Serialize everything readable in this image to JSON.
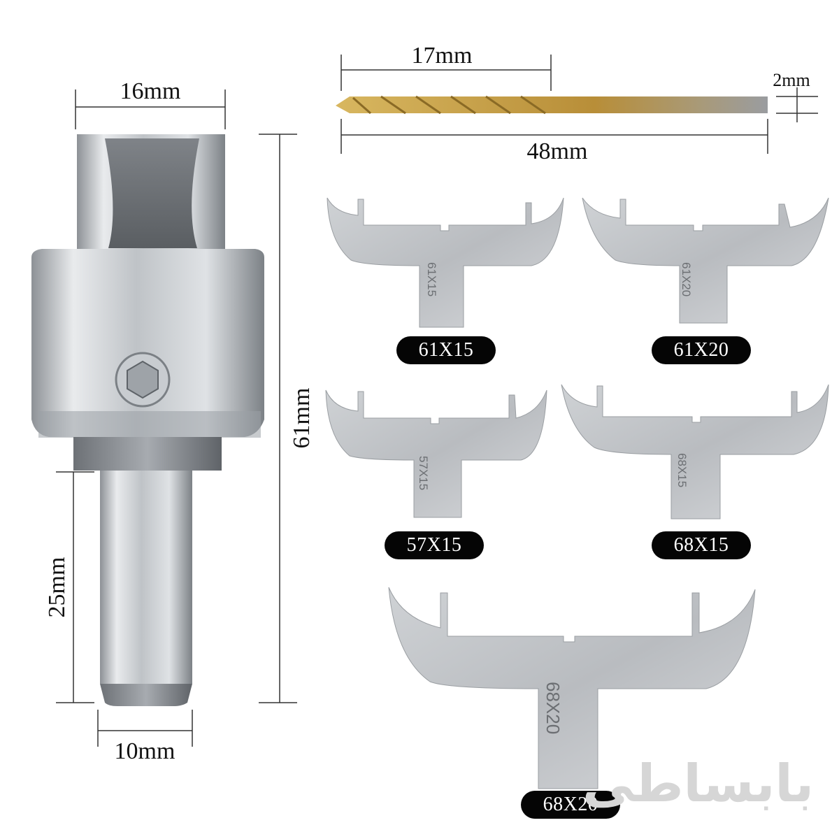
{
  "dimensions": {
    "top_width": "16mm",
    "total_height": "61mm",
    "shank_length": "25mm",
    "shank_diameter": "10mm",
    "drill_flute": "17mm",
    "drill_length": "48mm",
    "drill_diameter": "2mm"
  },
  "blades": [
    {
      "label": "61X15",
      "engraving": "61X15"
    },
    {
      "label": "61X20",
      "engraving": "61X20"
    },
    {
      "label": "57X15",
      "engraving": "57X15"
    },
    {
      "label": "68X15",
      "engraving": "68X15"
    },
    {
      "label": "68X20",
      "engraving": "68X20"
    }
  ],
  "watermark": "بابساطی",
  "colors": {
    "steel_light": "#e6e8ea",
    "steel_dark": "#8e9398",
    "drill_gold": "#c9a24a",
    "label_bg": "#050505"
  }
}
